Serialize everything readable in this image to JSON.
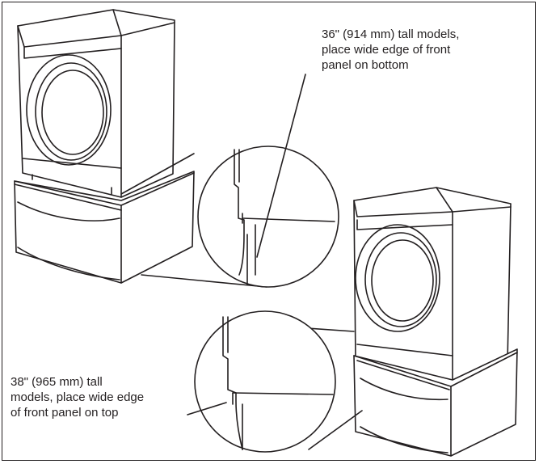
{
  "callouts": {
    "top": {
      "lines": [
        "36\" (914 mm) tall models,",
        "place wide edge of front",
        "panel on bottom"
      ]
    },
    "bottom": {
      "lines": [
        "38\" (965 mm) tall",
        "models, place wide edge",
        "of front panel on top"
      ]
    }
  },
  "colors": {
    "ink": "#231f20",
    "background": "#ffffff"
  },
  "icons": {
    "appliance_top": "front-load-dryer-on-pedestal-illustration",
    "appliance_bottom": "front-load-washer-on-pedestal-illustration",
    "detail_top": "magnified-panel-detail-circle",
    "detail_bottom": "magnified-panel-detail-circle"
  }
}
